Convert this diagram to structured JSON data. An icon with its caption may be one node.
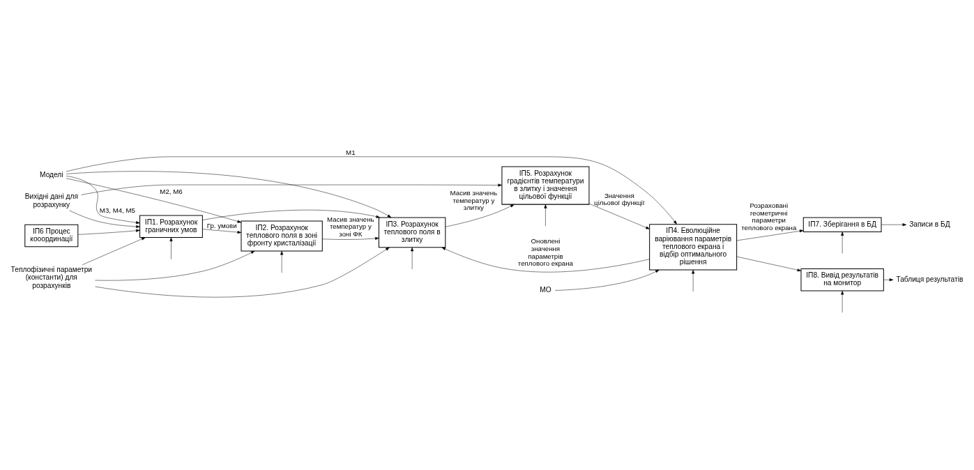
{
  "diagram": {
    "nodes": [
      {
        "text": [
          "Моделі"
        ]
      },
      {
        "text": [
          "МО"
        ]
      },
      {
        "text": [
          "ІП5. Розрахунок градієнтів температури в злитку і значення цільової функції"
        ]
      },
      {
        "text": [
          "Вихідні дані для розрахунку"
        ]
      },
      {
        "text": [
          "ІП1. Розрахунок граничних умов"
        ]
      },
      {
        "text": [
          "Теплофізичні параметри (константи) для розрахунків"
        ]
      },
      {
        "text": [
          "ІП4. Еволюційне варіювання параметрів теплового екрана і відбір оптимального рішення"
        ]
      },
      {
        "text": [
          "ІП7. Зберігання в БД"
        ]
      },
      {
        "text": [
          "Записи в БД"
        ]
      },
      {
        "text": [
          "ІП2. Розрахунок теплового поля в зоні фронту кристалізації"
        ]
      },
      {
        "text": [
          "ІП8. Вивід результатів на монитор"
        ]
      },
      {
        "text": [
          "Таблиця результатів"
        ]
      },
      {
        "text": [
          "ІП3. Розрахунок теплового поля в злитку"
        ]
      },
      {
        "text": [
          "ІП6 Процес кооординації"
        ]
      }
    ],
    "edges": [
      {
        "from": 3,
        "to": 4,
        "arrow": "to"
      },
      {
        "from": 3,
        "to": 2,
        "arrow": "to"
      },
      {
        "from": 5,
        "to": 4,
        "arrow": "to"
      },
      {
        "from": 5,
        "to": 9,
        "arrow": "to"
      },
      {
        "from": 5,
        "to": 12,
        "arrow": "to"
      },
      {
        "from": 0,
        "to": 4,
        "arrow": "to",
        "label": "М3, М4, М5"
      },
      {
        "from": 0,
        "to": 6,
        "arrow": "to",
        "label": "М1"
      },
      {
        "from": 0,
        "to": 9,
        "arrow": "to",
        "label": "М2, М6"
      },
      {
        "from": 0,
        "to": 12,
        "arrow": "to"
      },
      {
        "from": 1,
        "to": 6,
        "arrow": "to"
      },
      {
        "from": 4,
        "to": 9,
        "arrow": "to",
        "label": "Гр. умови"
      },
      {
        "from": 4,
        "to": 12,
        "arrow": "to"
      },
      {
        "from": 9,
        "to": 12,
        "arrow": "to",
        "label": "Масив значень температур у зоні ФК"
      },
      {
        "from": 12,
        "to": 2,
        "arrow": "to",
        "label": "Масив значень температур у злитку"
      },
      {
        "from": 2,
        "to": 6,
        "arrow": "to",
        "label": "Значення цільової функції"
      },
      {
        "from": 6,
        "to": 7,
        "arrow": "to",
        "label": "Розраховані геометричні параметри теплового екрана"
      },
      {
        "from": 6,
        "to": 10,
        "arrow": "to"
      },
      {
        "from": 6,
        "to": 12,
        "arrow": "to",
        "label": "Оновлені значення параметрів теплового екрана"
      },
      {
        "from": 7,
        "to": 8,
        "arrow": "to"
      },
      {
        "from": 10,
        "to": 11,
        "arrow": "to"
      },
      {
        "from": 13,
        "to": 4,
        "arrow": "to"
      },
      {
        "from": null,
        "to": 4,
        "arrow": "to"
      },
      {
        "from": null,
        "to": 12,
        "arrow": "to"
      },
      {
        "from": null,
        "to": 9,
        "arrow": "to"
      },
      {
        "from": null,
        "to": 6,
        "arrow": "to"
      },
      {
        "from": null,
        "to": 2,
        "arrow": "to"
      },
      {
        "from": null,
        "to": 7,
        "arrow": "to"
      },
      {
        "from": null,
        "to": 10,
        "arrow": "to"
      }
    ]
  }
}
